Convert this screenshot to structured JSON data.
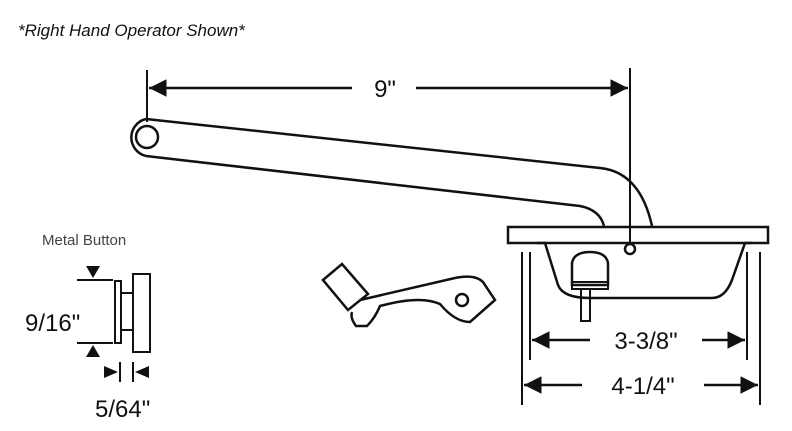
{
  "caption": "*Right Hand Operator Shown*",
  "dimensions": {
    "arm_length": "9\"",
    "inner_width": "3-3/8\"",
    "outer_width": "4-1/4\"",
    "button_height": "9/16\"",
    "button_thickness": "5/64\""
  },
  "button_label": "Metal Button"
}
